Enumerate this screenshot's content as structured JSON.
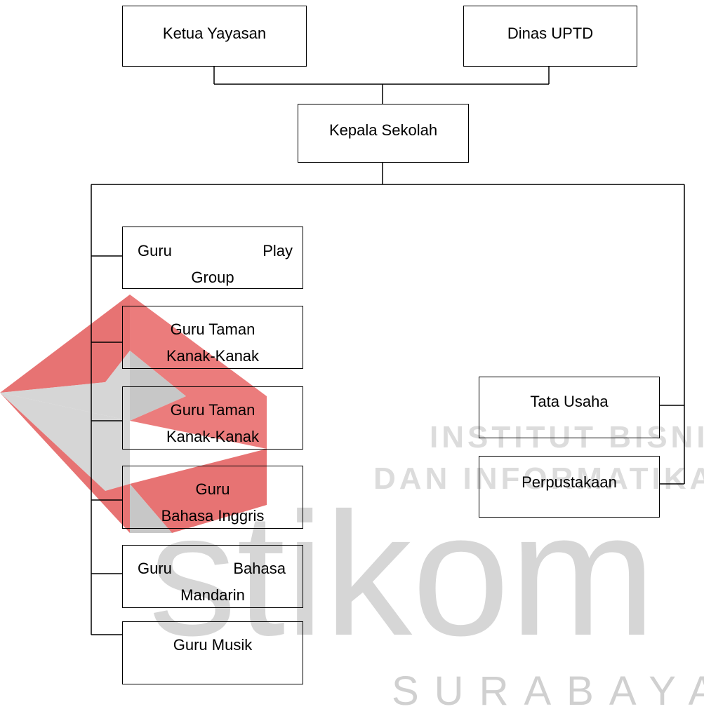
{
  "org_chart": {
    "nodes": {
      "ketua_yayasan": "Ketua Yayasan",
      "dinas_uptd": "Dinas UPTD",
      "kepala_sekolah": "Kepala Sekolah",
      "guru_play_group": {
        "line1a": "Guru",
        "line1b": "Play",
        "line2": "Group"
      },
      "guru_tk_1": {
        "line1": "Guru Taman",
        "line2": "Kanak-Kanak"
      },
      "guru_tk_2": {
        "line1": "Guru Taman",
        "line2": "Kanak-Kanak"
      },
      "guru_bahasa_inggris": {
        "line1": "Guru",
        "line2": "Bahasa Inggris"
      },
      "guru_bahasa_mandarin": {
        "line1a": "Guru",
        "line1b": "Bahasa",
        "line2": "Mandarin"
      },
      "guru_musik": "Guru Musik",
      "tata_usaha": "Tata Usaha",
      "perpustakaan": "Perpustakaan"
    }
  },
  "watermark": {
    "line1": "INSTITUT BISNIS",
    "line2": "DAN INFORMATIKA",
    "logo": "stikom",
    "city": "SURABAYA",
    "colors": {
      "red": "#dc3c3c",
      "gray": "#c8c8c8",
      "text": "#dcdcdc"
    }
  }
}
